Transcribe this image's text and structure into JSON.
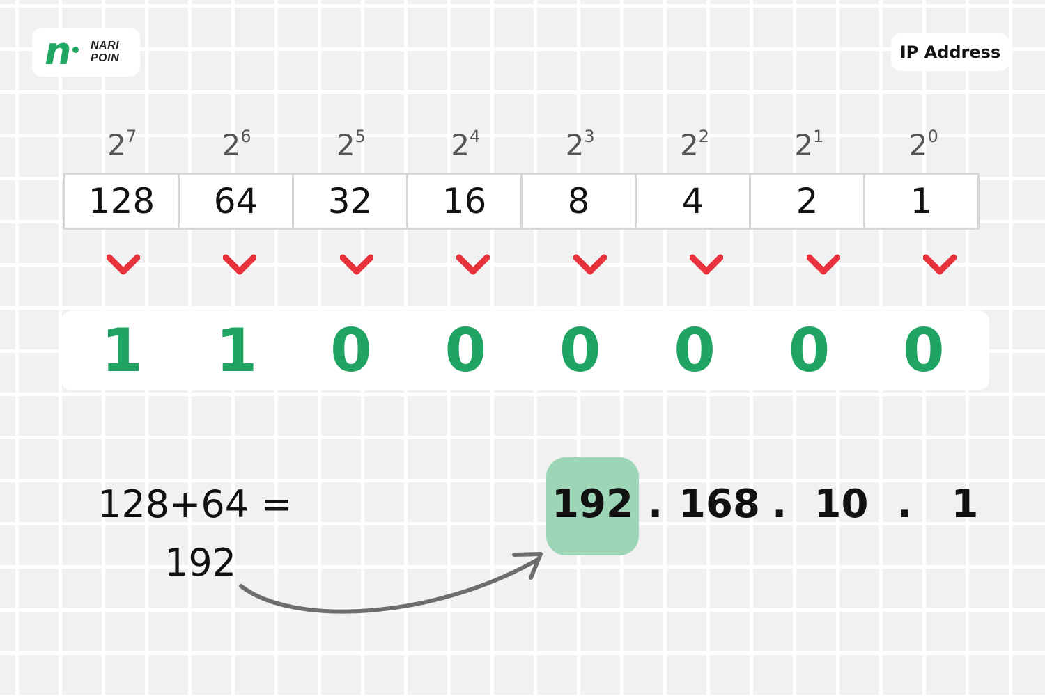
{
  "logo": {
    "line1": "NARI",
    "line2": "POIN",
    "mark": "n"
  },
  "title": "IP Address",
  "powers": [
    {
      "base": "2",
      "exp": "7"
    },
    {
      "base": "2",
      "exp": "6"
    },
    {
      "base": "2",
      "exp": "5"
    },
    {
      "base": "2",
      "exp": "4"
    },
    {
      "base": "2",
      "exp": "3"
    },
    {
      "base": "2",
      "exp": "2"
    },
    {
      "base": "2",
      "exp": "1"
    },
    {
      "base": "2",
      "exp": "0"
    }
  ],
  "weights": [
    "128",
    "64",
    "32",
    "16",
    "8",
    "4",
    "2",
    "1"
  ],
  "bits": [
    "1",
    "1",
    "0",
    "0",
    "0",
    "0",
    "0",
    "0"
  ],
  "calculation": {
    "expression": "128+64 =",
    "result": "192"
  },
  "ip": {
    "octets": [
      "192",
      "168",
      "10",
      "1"
    ],
    "separator": "."
  },
  "colors": {
    "bit_green": "#1fa463",
    "arrow_red": "#e8323b",
    "highlight": "#9cd6b6",
    "curve_arrow": "#6d6d6d"
  },
  "icons": {
    "row_arrow": "chevron-down-icon",
    "link_arrow": "curved-arrow-icon"
  }
}
